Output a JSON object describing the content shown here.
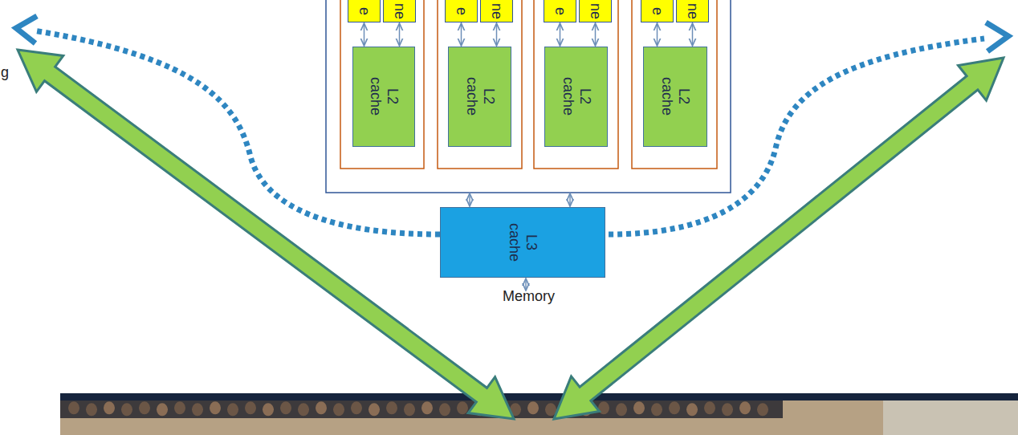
{
  "diagram": {
    "nodes": [
      {
        "text": [
          "e"
        ]
      },
      {
        "text": [
          "ne"
        ]
      },
      {
        "text": [
          "e"
        ]
      },
      {
        "text": [
          "ne"
        ]
      },
      {
        "text": [
          "e"
        ]
      },
      {
        "text": [
          "ne"
        ]
      },
      {
        "text": [
          "e"
        ]
      },
      {
        "text": [
          "ne"
        ]
      },
      {
        "text": [
          "L2 cache"
        ]
      },
      {
        "text": [
          "L2 cache"
        ]
      },
      {
        "text": [
          "L2 cache"
        ]
      },
      {
        "text": [
          "L2 cache"
        ]
      },
      {
        "text": [
          "L3 cache"
        ]
      }
    ],
    "edges": [
      {
        "from": 0,
        "to": 8,
        "arrow": "both"
      },
      {
        "from": 1,
        "to": 8,
        "arrow": "both"
      },
      {
        "from": 2,
        "to": 9,
        "arrow": "both"
      },
      {
        "from": 3,
        "to": 9,
        "arrow": "both"
      },
      {
        "from": 4,
        "to": 10,
        "arrow": "both"
      },
      {
        "from": 5,
        "to": 10,
        "arrow": "both"
      },
      {
        "from": 6,
        "to": 11,
        "arrow": "both"
      },
      {
        "from": 7,
        "to": 11,
        "arrow": "both"
      }
    ],
    "labels": [
      "g",
      "Memory"
    ]
  }
}
